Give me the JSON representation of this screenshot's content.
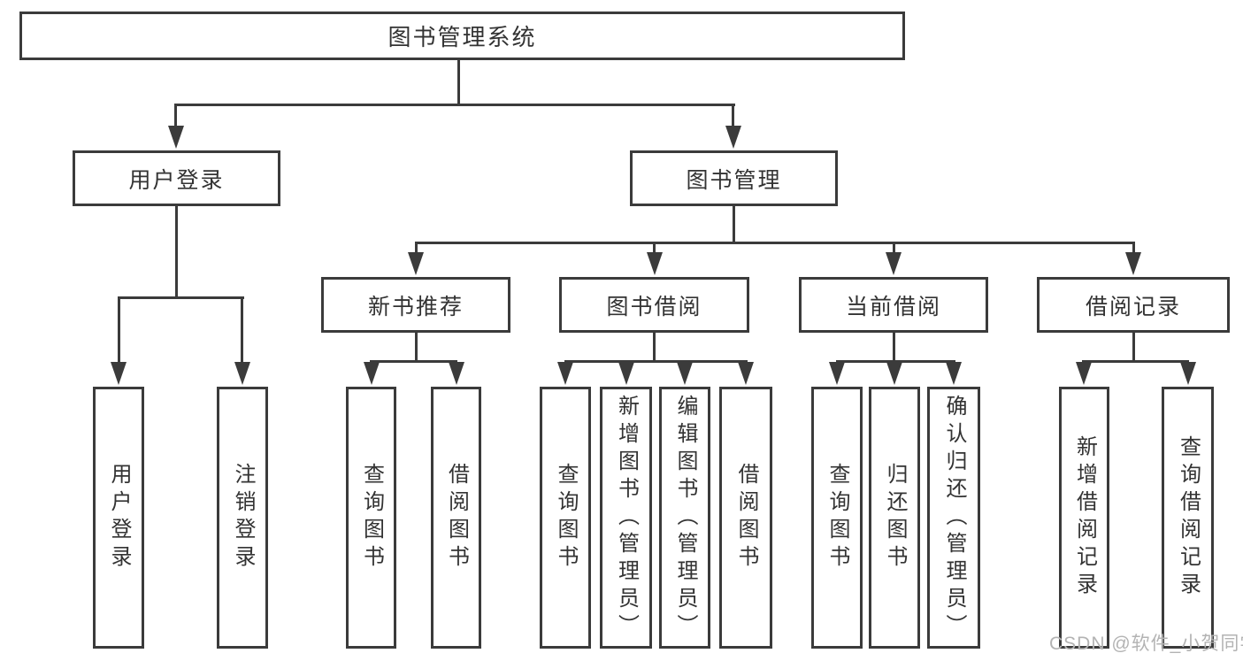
{
  "title": "图书管理系统",
  "nodes": {
    "user_login": "用户登录",
    "book_mgmt": "图书管理",
    "new_books": "新书推荐",
    "book_borrow": "图书借阅",
    "current_borrow": "当前借阅",
    "borrow_records": "借阅记录"
  },
  "leaves": {
    "user_login": [
      "用户登录",
      "注销登录"
    ],
    "new_books": [
      "查询图书",
      "借阅图书"
    ],
    "book_borrow": [
      "查询图书",
      "新增图书（管理员）",
      "编辑图书（管理员）",
      "借阅图书"
    ],
    "current_borrow": [
      "查询图书",
      "归还图书",
      "确认归还（管理员）"
    ],
    "borrow_records": [
      "新增借阅记录",
      "查询借阅记录"
    ]
  },
  "watermark": "CSDN @软件_小贺同学",
  "colors": {
    "line": "#3b3b3b",
    "text": "#333333",
    "watermark": "#b3b3b3",
    "background": "#ffffff"
  }
}
